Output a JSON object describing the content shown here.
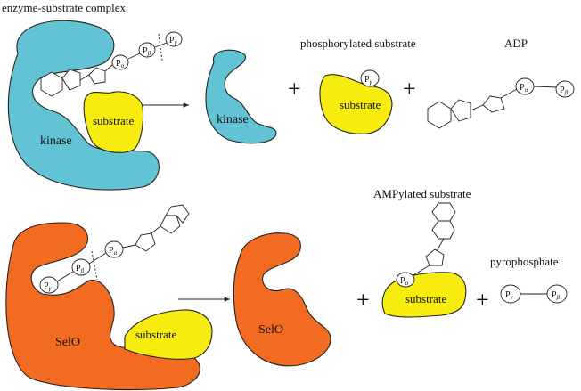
{
  "colors": {
    "kinase": "#62c3d5",
    "selo": "#f26b21",
    "substrate": "#f7ec0f",
    "outline": "#222222"
  },
  "top": {
    "complex_title": "enzyme-substrate complex",
    "kinase_label": "kinase",
    "substrate_label": "substrate",
    "product1_title": "phosphorylated substrate",
    "product2_title": "ADP",
    "plus": "+"
  },
  "bottom": {
    "product1_title": "AMPylated substrate",
    "product2_title": "pyrophosphate",
    "enzyme_label": "SelO",
    "substrate_label": "substrate",
    "plus": "+"
  },
  "phosphates": {
    "P": "P",
    "alpha": "α",
    "beta": "β",
    "gamma": "γ"
  }
}
